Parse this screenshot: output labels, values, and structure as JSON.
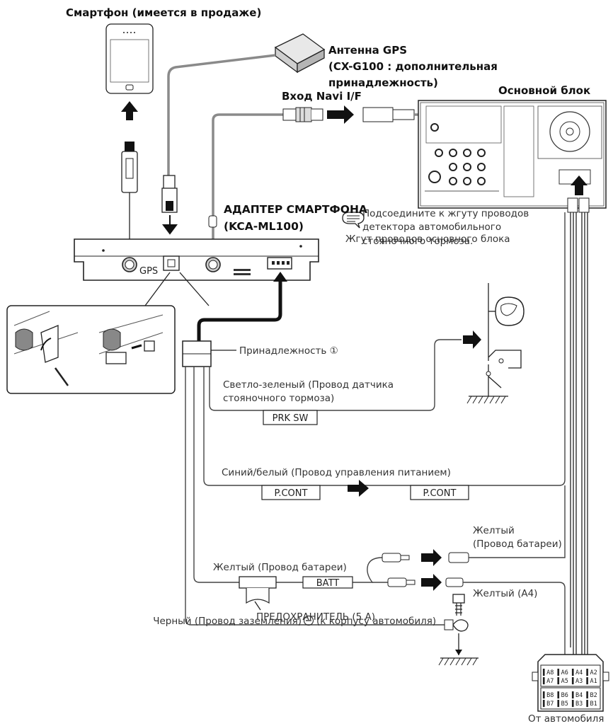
{
  "labels": {
    "smartphone": "Смартфон (имеется в продаже)",
    "gps_antenna_1": "Антенна GPS",
    "gps_antenna_2": "(CX-G100 : дополнительная",
    "gps_antenna_3": "принадлежность)",
    "main_unit": "Основной блок",
    "navi_input": "Вход Navi I/F",
    "adapter_1": "АДАПТЕР СМАРТФОНА",
    "adapter_2": "(KCA-ML100)",
    "main_harness": "Жгут проводов основного блока",
    "note_1": "Подсоедините к жгуту проводов",
    "note_2": "детектора автомобильного",
    "note_3": "стояночного тормоза.",
    "gps_port": "GPS",
    "accessory": "Принадлежность ①",
    "light_green_1": "Светло-зеленый (Провод датчика",
    "light_green_2": "стояночного тормоза)",
    "prk_sw": "PRK SW",
    "blue_white": "Синий/белый (Провод управления питанием)",
    "pcont_left": "P.CONT",
    "pcont_right": "P.CONT",
    "yellow_battery_right_1": "Желтый",
    "yellow_battery_right_2": "(Провод батареи)",
    "yellow_battery_left": "Желтый (Провод батареи)",
    "batt": "BATT",
    "yellow_a4": "Желтый (A4)",
    "fuse": "ПРЕДОХРАНИТЕЛЬ (5 A)",
    "ground_pre": "Черный (Провод заземления)",
    "ground_post": "(к корпусу автомобиля)",
    "from_car": "От автомобиля"
  },
  "connector_pins": {
    "row_a_top": "▌A8 ▌A6 ▌A4 ▌A2",
    "row_a_bottom": "▌A7 ▌A5 ▌A3 ▌A1",
    "row_b_top": "▌B8 ▌B6 ▌B4 ▌B2",
    "row_b_bottom": "▌B7 ▌B5 ▌B3 ▌B1"
  }
}
